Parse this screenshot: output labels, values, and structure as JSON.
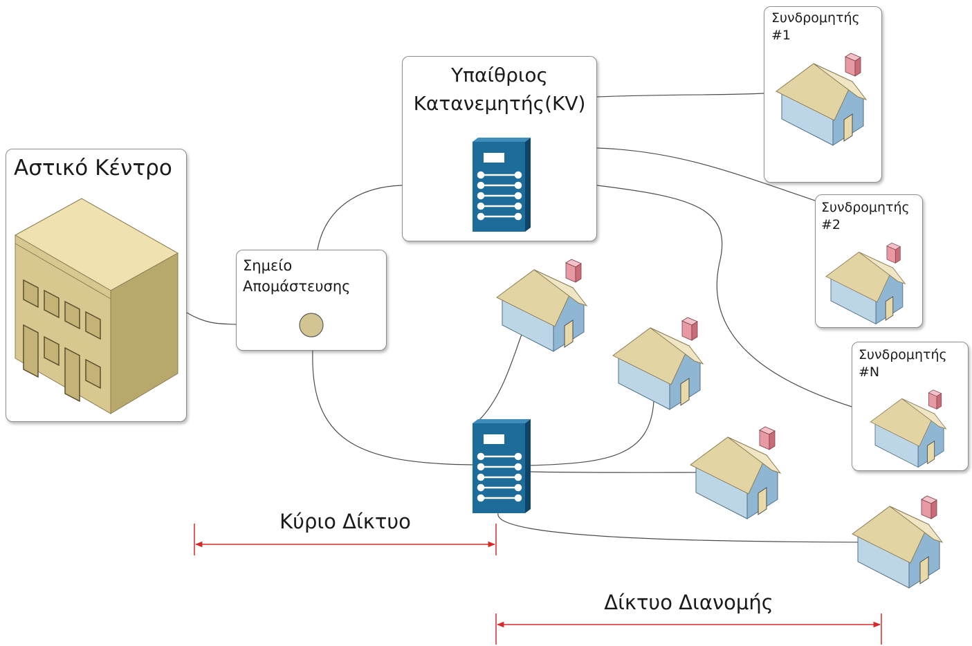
{
  "urban_center": {
    "title": "Αστικό Κέντρο"
  },
  "demarcation_point": {
    "line1": "Σημείο",
    "line2": "Απομάστευσης"
  },
  "outdoor_cabinet": {
    "line1": "Υπαίθριος",
    "line2": "Κατανεμητής(KV)"
  },
  "subscribers": [
    {
      "line1": "Συνδρομητής",
      "line2": "#1"
    },
    {
      "line1": "Συνδρομητής",
      "line2": "#2"
    },
    {
      "line1": "Συνδρομητής",
      "line2": "#N"
    }
  ],
  "main_network": {
    "label": "Κύριο Δίκτυο"
  },
  "distribution_network": {
    "label": "Δίκτυο Διανομής"
  },
  "colors": {
    "cabinet": "#1e6c9a",
    "dimension_line": "#d62a2a",
    "house_roof": "#e3d4a4",
    "house_wall": "#bcd6e8",
    "building": "#d8c890"
  }
}
